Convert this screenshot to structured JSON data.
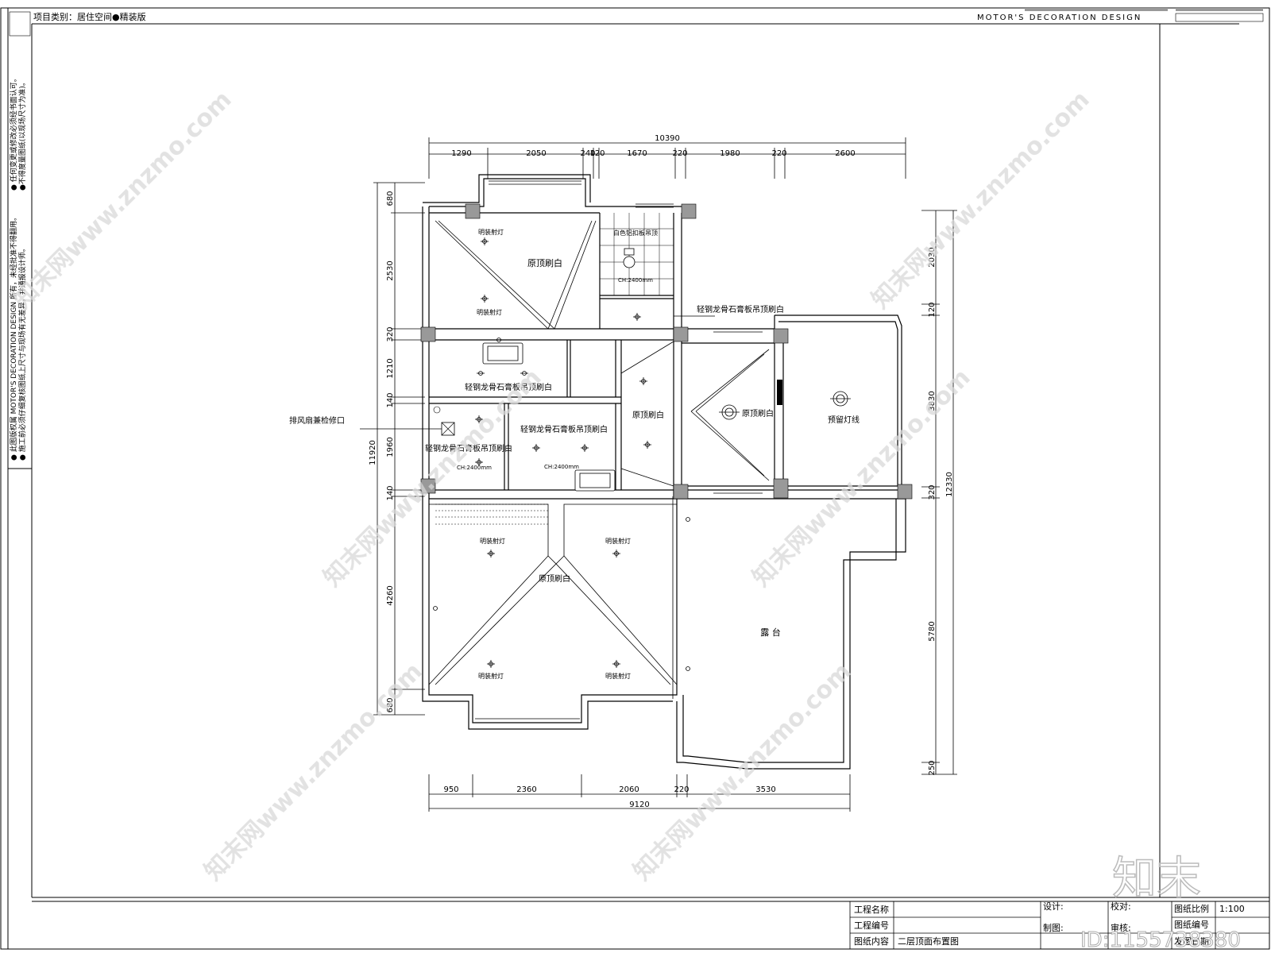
{
  "header": {
    "project_type": "项目类别：居住空间●精装版",
    "brand": "MOTOR'S  DECORATION  DESIGN"
  },
  "side_notes": [
    "● 此图版权属 MOTOR'S DECORATION DESIGN 所有，未经批准不得翻用。",
    "● 施工前必须仔细复核图纸上尺寸与现场有无差异，并通报设计师。",
    "● 任何变更或修改必须经书面认可。",
    "●不得度量图纸(以现场尺寸为准)。"
  ],
  "dimensions": {
    "top_total": "10390",
    "top": [
      "1290",
      "2050",
      "240",
      "120",
      "1670",
      "220",
      "1980",
      "220",
      "2600"
    ],
    "bottom": [
      "950",
      "2360",
      "2060",
      "220",
      "3530"
    ],
    "bottom_total": "9120",
    "left": [
      "680",
      "2530",
      "320",
      "1210",
      "140",
      "1960",
      "140",
      "4260",
      "680"
    ],
    "left_total": "11920",
    "right": [
      "2030",
      "120",
      "3830",
      "320",
      "5780",
      "250"
    ],
    "right_total": "12330"
  },
  "rooms": {
    "r1": "原顶刷白",
    "r1_light_top": "明装射灯",
    "r1_light_bottom": "明装射灯",
    "bath_ceiling": "白色铝扣板吊顶",
    "bath_ch": "CH:2400mm",
    "corridor_ceiling": "轻钢龙骨石膏板吊顶刷白",
    "r2": "轻钢龙骨石膏板吊顶刷白",
    "r3": "轻钢龙骨石膏板吊顶刷白",
    "r3_ch": "CH:2400mm",
    "r4": "轻钢龙骨石膏板吊顶刷白",
    "r4_ch": "CH:2400mm",
    "vent_callout": "排风扇兼检修口",
    "corridor_mid": "原顶刷白",
    "r5": "原顶刷白",
    "r6": "预留灯线",
    "master": "原顶刷白",
    "master_lights": [
      "明装射灯",
      "明装射灯",
      "明装射灯",
      "明装射灯"
    ],
    "terrace": "露 台"
  },
  "title_block": {
    "project_name_label": "工程名称",
    "project_no_label": "工程编号",
    "drawing_content_label": "图纸内容",
    "drawing_content_value": "二层顶面布置图",
    "design_label": "设计:",
    "draw_label": "制图:",
    "check_label": "校对:",
    "review_label": "审核:",
    "scale_label": "图纸比例",
    "scale_value": "1:100",
    "drawing_no_label": "图纸编号",
    "date_label": "发图日期"
  },
  "watermark": {
    "text": "知末网www.znzmo.com",
    "logo": "知末",
    "id": "ID:1155738380"
  }
}
